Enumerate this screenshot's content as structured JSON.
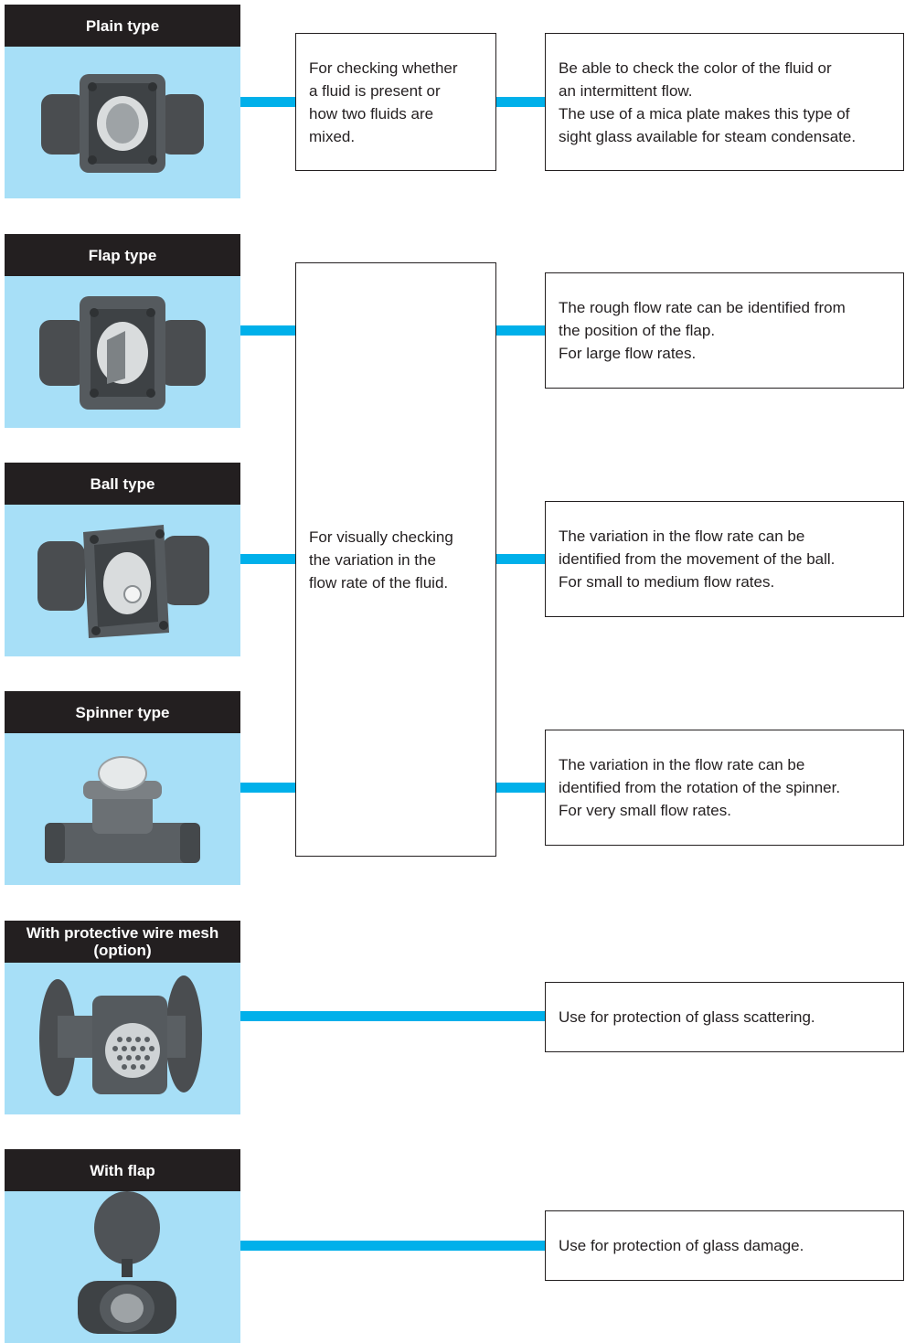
{
  "colors": {
    "header_bg": "#231f20",
    "photo_bg": "#a7dff7",
    "connector": "#00b0ea",
    "border": "#231f20"
  },
  "types": [
    {
      "label": "Plain type",
      "icon": "plain-sight-glass-icon"
    },
    {
      "label": "Flap type",
      "icon": "flap-sight-glass-icon"
    },
    {
      "label": "Ball type",
      "icon": "ball-sight-glass-icon"
    },
    {
      "label": "Spinner type",
      "icon": "spinner-sight-glass-icon"
    },
    {
      "label": "With protective wire mesh\n(option)",
      "icon": "wire-mesh-sight-glass-icon"
    },
    {
      "label": "With flap",
      "icon": "flap-cover-sight-glass-icon"
    }
  ],
  "purposes": [
    "For checking whether\na fluid is present or\nhow two fluids are\nmixed.",
    "For visually checking\nthe variation in the\nflow rate of the fluid."
  ],
  "features": [
    "Be able to check the color of the fluid or\nan intermittent flow.\nThe use of a mica plate makes this type of\nsight glass available for steam condensate.",
    "The rough flow rate can be identified from\nthe position of the flap.\nFor large flow rates.",
    "The variation in the flow rate can be\nidentified from the movement of the ball.\nFor small to medium flow rates.",
    "The variation in the flow rate can be\nidentified from the rotation of the spinner.\nFor very small flow rates.",
    "Use for protection of glass scattering.",
    "Use for protection of glass damage."
  ]
}
